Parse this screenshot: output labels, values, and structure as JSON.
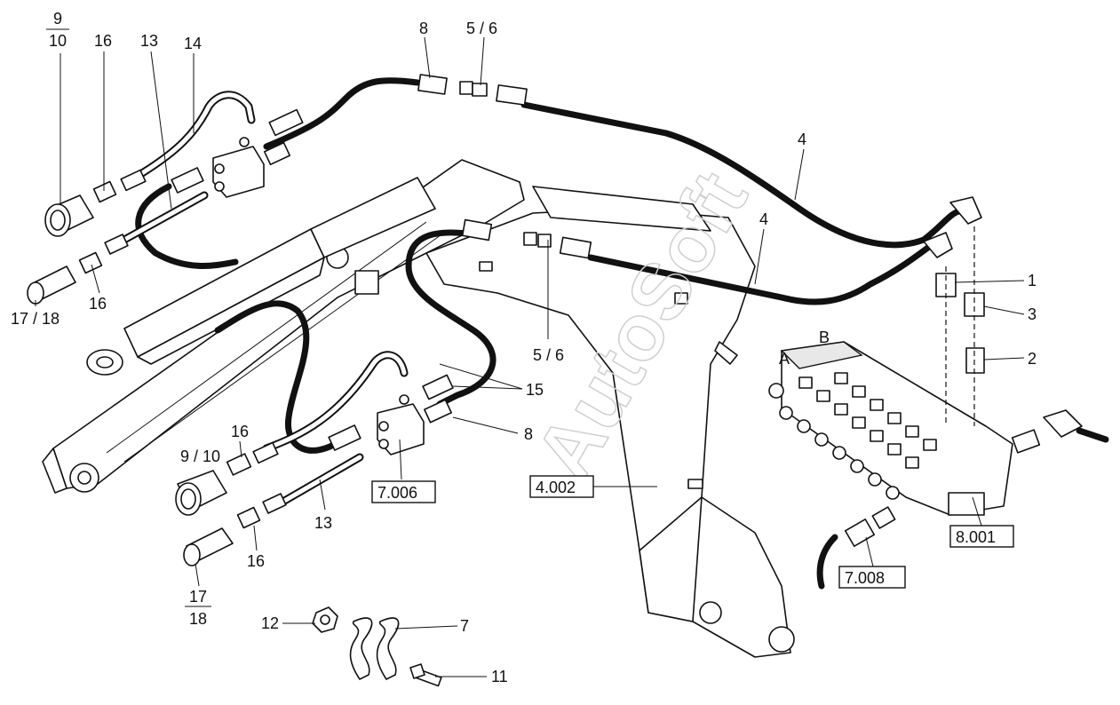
{
  "watermark": "AutoSoft",
  "labels": {
    "l_9_10_frac_num": "9",
    "l_9_10_frac_den": "10",
    "l_16_a": "16",
    "l_13_a": "13",
    "l_14": "14",
    "l_8_top": "8",
    "l_5_6_top": "5 / 6",
    "l_4_top": "4",
    "l_4_mid": "4",
    "l_1": "1",
    "l_3": "3",
    "l_2": "2",
    "l_16_b": "16",
    "l_17_18_a": "17 / 18",
    "l_5_6_mid": "5 / 6",
    "l_15": "15",
    "l_8_mid": "8",
    "l_A": "A",
    "l_B": "B",
    "l_9_10_b": "9 / 10",
    "l_16_c": "16",
    "l_13_b": "13",
    "l_16_d": "16",
    "l_17_18_frac_num": "17",
    "l_17_18_frac_den": "18",
    "l_12": "12",
    "l_7": "7",
    "l_11": "11"
  },
  "boxed_refs": {
    "ref_7_006": "7.006",
    "ref_4_002": "4.002",
    "ref_8_001": "8.001",
    "ref_7_008": "7.008"
  }
}
